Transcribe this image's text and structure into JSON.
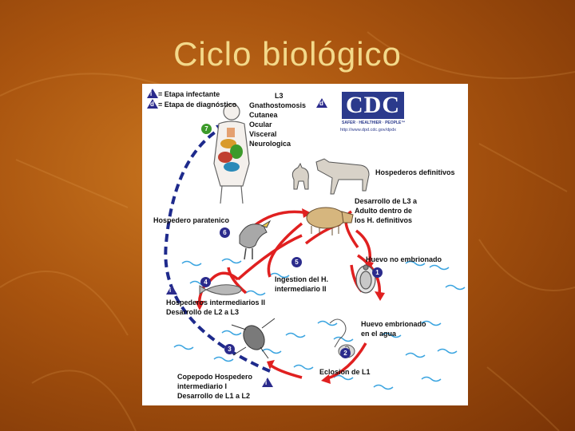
{
  "slide": {
    "title": "Ciclo biológico"
  },
  "legend": {
    "infective_marker": "i",
    "infective_label": "= Etapa infectante",
    "diagnostic_marker": "d",
    "diagnostic_label": "= Etapa de diagnóstico"
  },
  "disease": {
    "stage": "L3",
    "lines": [
      "Gnathostomosis",
      "Cutanea",
      "Ocular",
      "Visceral",
      "Neurologica"
    ],
    "marker": "d"
  },
  "cdc": {
    "logo": "CDC",
    "tagline": "SAFER · HEALTHIER · PEOPLE™",
    "url": "http://www.dpd.cdc.gov/dpdx"
  },
  "cycle": {
    "step7": "7",
    "definitive_hosts": "Hospederos definitivos",
    "development": [
      "Desarrollo de L3 a",
      "Adulto dentro de",
      "los H. definitivos"
    ],
    "paratenic": "Hospedero paratenico",
    "step6": "6",
    "step5": "5",
    "unembryonated": "Huevo no embrionado",
    "step1": "1",
    "ingestion": [
      "Ingestion del H.",
      "intermediario II"
    ],
    "step4": "4",
    "infective_marker_2": "i",
    "intermediate_hosts": "Hospederos intermediarios II",
    "l2_l3": "Desarrollo de L2 a L3",
    "embryonated": [
      "Huevo embrionado",
      "en el agua"
    ],
    "step2": "2",
    "step3": "3",
    "hatching": "Eclosion de L1",
    "copepod": [
      "Copepodo Hospedero",
      "intermediario I"
    ],
    "l1_l2": "Desarrollo de L1 a L2",
    "infective_marker_3": "i"
  },
  "colors": {
    "arrow_red": "#e02020",
    "arrow_blue": "#1e2a8c",
    "water": "#3aa4e0",
    "marker": "#2b2b8c"
  }
}
